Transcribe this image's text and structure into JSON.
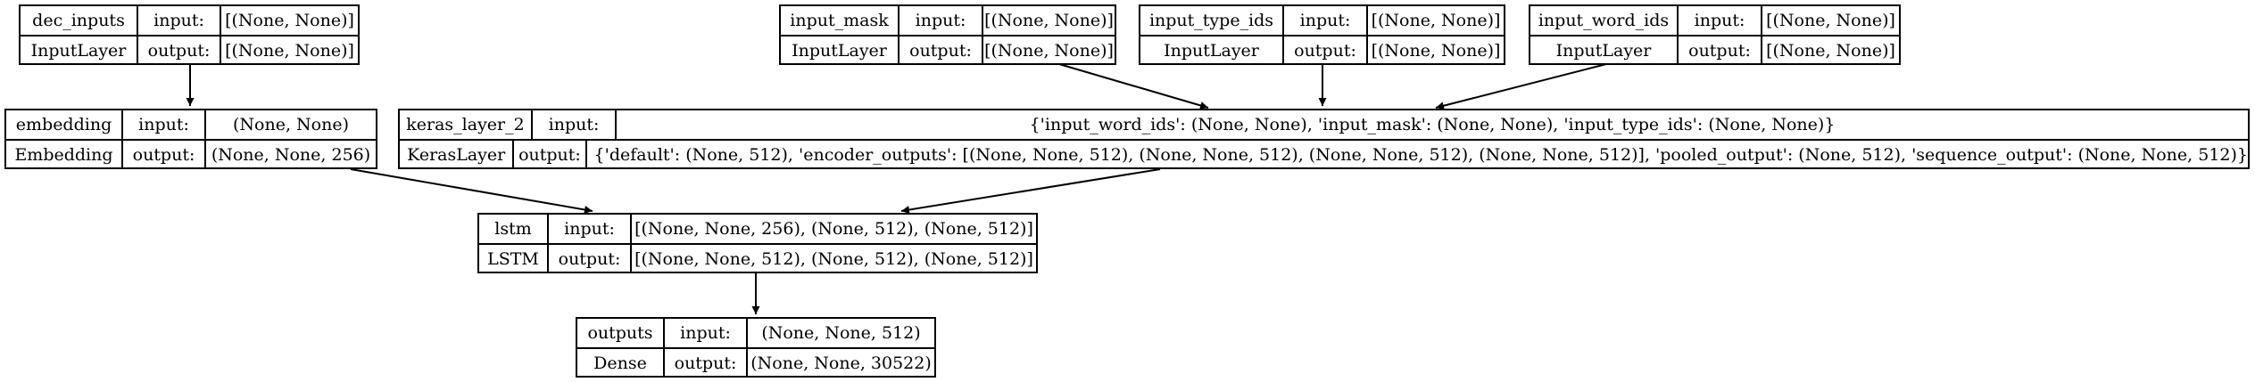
{
  "nodes": [
    {
      "id": "dec_inputs",
      "name": "dec_inputs",
      "type": "InputLayer",
      "input_label": "input:",
      "output_label": "output:",
      "input": "[(None, None)]",
      "output": "[(None, None)]"
    },
    {
      "id": "input_mask",
      "name": "input_mask",
      "type": "InputLayer",
      "input_label": "input:",
      "output_label": "output:",
      "input": "[(None, None)]",
      "output": "[(None, None)]"
    },
    {
      "id": "input_type_ids",
      "name": "input_type_ids",
      "type": "InputLayer",
      "input_label": "input:",
      "output_label": "output:",
      "input": "[(None, None)]",
      "output": "[(None, None)]"
    },
    {
      "id": "input_word_ids",
      "name": "input_word_ids",
      "type": "InputLayer",
      "input_label": "input:",
      "output_label": "output:",
      "input": "[(None, None)]",
      "output": "[(None, None)]"
    },
    {
      "id": "embedding",
      "name": "embedding",
      "type": "Embedding",
      "input_label": "input:",
      "output_label": "output:",
      "input": "(None, None)",
      "output": "(None, None, 256)"
    },
    {
      "id": "keras_layer_2",
      "name": "keras_layer_2",
      "type": "KerasLayer",
      "input_label": "input:",
      "output_label": "output:",
      "input": "{'input_word_ids': (None, None), 'input_mask': (None, None), 'input_type_ids': (None, None)}",
      "output": "{'default': (None, 512), 'encoder_outputs': [(None, None, 512), (None, None, 512), (None, None, 512), (None, None, 512)], 'pooled_output': (None, 512), 'sequence_output': (None, None, 512)}"
    },
    {
      "id": "lstm",
      "name": "lstm",
      "type": "LSTM",
      "input_label": "input:",
      "output_label": "output:",
      "input": "[(None, None, 256), (None, 512), (None, 512)]",
      "output": "[(None, None, 512), (None, 512), (None, 512)]"
    },
    {
      "id": "outputs",
      "name": "outputs",
      "type": "Dense",
      "input_label": "input:",
      "output_label": "output:",
      "input": "(None, None, 512)",
      "output": "(None, None, 30522)"
    }
  ],
  "edges": [
    {
      "from": "dec_inputs",
      "to": "embedding"
    },
    {
      "from": "input_mask",
      "to": "keras_layer_2"
    },
    {
      "from": "input_type_ids",
      "to": "keras_layer_2"
    },
    {
      "from": "input_word_ids",
      "to": "keras_layer_2"
    },
    {
      "from": "embedding",
      "to": "lstm"
    },
    {
      "from": "keras_layer_2",
      "to": "lstm"
    },
    {
      "from": "lstm",
      "to": "outputs"
    }
  ]
}
